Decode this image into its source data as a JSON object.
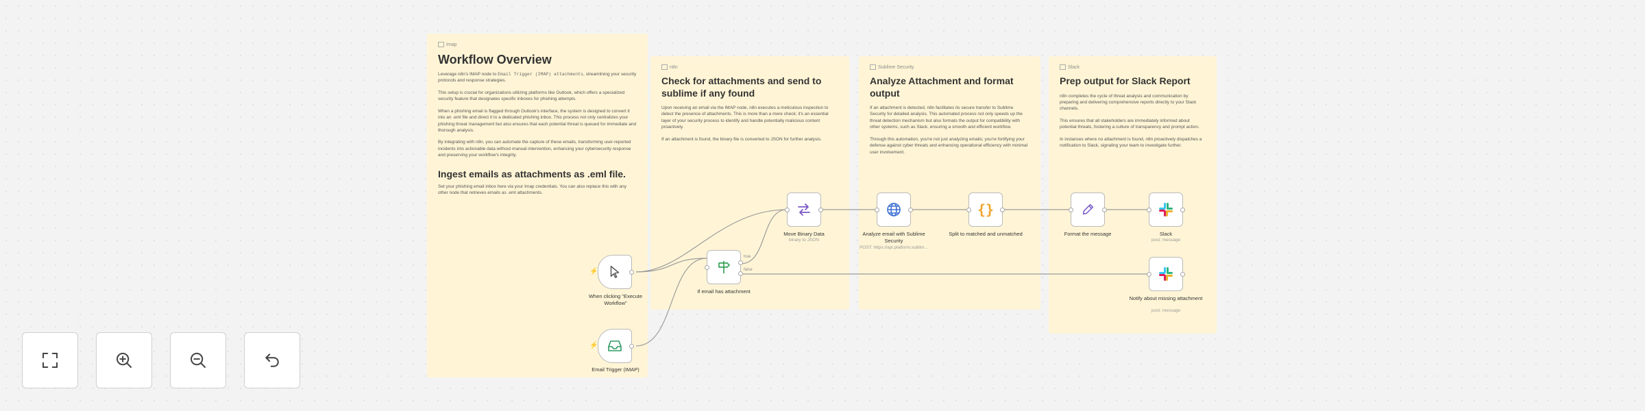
{
  "notes": {
    "overview": {
      "image_alt": "Imap",
      "title": "Workflow Overview",
      "p1_a": "Leverage n8n's IMAP node to",
      "p1_code": "Email Trigger (IMAP) attachments",
      "p1_b": ", streamlining your security protocols and response strategies.",
      "p2": "This setup is crucial for organizations utilizing platforms like Outlook, which offers a specialized security feature that designates specific inboxes for phishing attempts.",
      "p3": "When a phishing email is flagged through Outlook's interface, the system is designed to convert it into an .eml file and direct it to a dedicated phishing inbox. This process not only centralizes your phishing threat management but also ensures that each potential threat is queued for immediate and thorough analysis.",
      "p4": "By integrating with n8n, you can automate the capture of these emails, transforming user-reported incidents into actionable data without manual intervention, enhancing your cybersecurity response and preserving your workflow's integrity.",
      "ingest_title": "Ingest emails as attachments as .eml file.",
      "ingest_text": "Set your phishing email inbox here via your Imap credentials. You can also replace this with any other node that retrieves emails as .eml attachments."
    },
    "check": {
      "image_alt": "n8n",
      "title": "Check for attachments and send to sublime if any found",
      "p1": "Upon receiving an email via the IMAP node, n8n executes a meticulous inspection to detect the presence of attachments. This is more than a mere check; it's an essential layer of your security process to identify and handle potentially malicious content proactively.",
      "p2": "If an attachment is found, the binary file is converted to JSON for further analysis."
    },
    "analyze": {
      "image_alt": "Sublime Security",
      "title": "Analyze Attachment and format output",
      "p1": "If an attachment is detected, n8n facilitates its secure transfer to Sublime Security for detailed analysis. This automated process not only speeds up the threat detection mechanism but also formats the output for compatibility with other systems, such as Slack, ensuring a smooth and efficient workflow.",
      "p2": "Through this automation, you're not just analyzing emails; you're fortifying your defense against cyber threats and enhancing operational efficiency with minimal user involvement."
    },
    "slack": {
      "image_alt": "Slack",
      "title": "Prep output for Slack Report",
      "p1": "n8n completes the cycle of threat analysis and communication by preparing and delivering comprehensive reports directly to your Slack channels.",
      "p2": "This ensures that all stakeholders are immediately informed about potential threats, fostering a culture of transparency and prompt action.",
      "p3": "In instances where no attachment is found, n8n proactively dispatches a notification to Slack, signaling your team to investigate further."
    }
  },
  "nodes": {
    "manual": {
      "label": "When clicking \"Execute Workflow\"",
      "icon": "pointer-icon"
    },
    "imap": {
      "label": "Email Trigger (IMAP)",
      "icon": "inbox-icon"
    },
    "ifnode": {
      "label": "If email has attachment",
      "icon": "signpost-icon",
      "branch_true": "true",
      "branch_false": "false"
    },
    "move": {
      "label": "Move Binary Data",
      "sub": "binary to JSON",
      "icon": "swap-icon"
    },
    "analyze": {
      "label": "Analyze email with Sublime Security",
      "sub": "POST: https://api.platform.sublim...",
      "icon": "globe-icon"
    },
    "split": {
      "label": "Split to matched and unmatched",
      "icon": "braces-icon"
    },
    "format": {
      "label": "Format the message",
      "icon": "pencil-icon"
    },
    "slack": {
      "label": "Slack",
      "sub": "post: message",
      "icon": "slack-icon"
    },
    "notify": {
      "label": "Notify about missing attachment",
      "sub": "post: message",
      "icon": "slack-icon"
    }
  },
  "controls": {
    "fit": "fit-view-icon",
    "zoom_in": "zoom-in-icon",
    "zoom_out": "zoom-out-icon",
    "reset": "undo-icon"
  },
  "colors": {
    "note_bg": "#fff5d6",
    "wire": "#9b9b9b",
    "trigger_bolt": "#ff6d5a",
    "if_green": "#3aa35a",
    "move_purple": "#7b57c8",
    "analyze_blue": "#3b6fd3",
    "split_orange": "#f0a42c",
    "format_purple": "#7a5cc9"
  }
}
